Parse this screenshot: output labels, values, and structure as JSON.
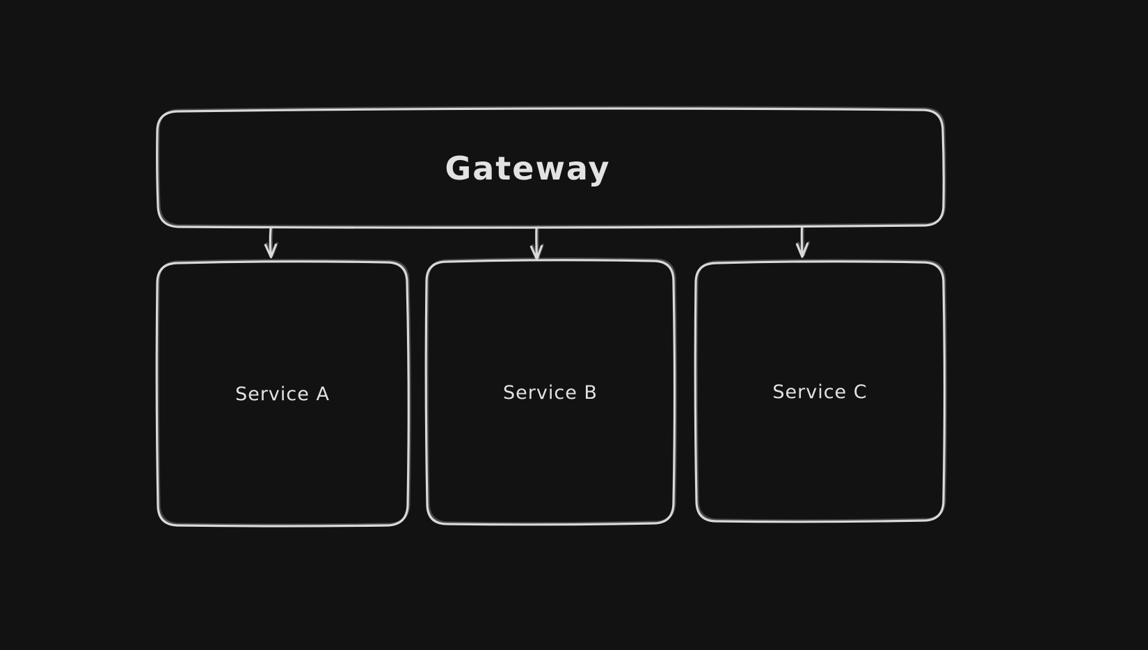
{
  "colors": {
    "background": "#121212",
    "stroke": "#d9d9d9",
    "text": "#e2e2e2"
  },
  "nodes": [
    {
      "id": "gateway",
      "label": "Gateway"
    },
    {
      "id": "service-a",
      "label": "Service A"
    },
    {
      "id": "service-b",
      "label": "Service B"
    },
    {
      "id": "service-c",
      "label": "Service C"
    }
  ],
  "edges": [
    {
      "from": "gateway",
      "to": "service-a"
    },
    {
      "from": "gateway",
      "to": "service-b"
    },
    {
      "from": "gateway",
      "to": "service-c"
    }
  ]
}
